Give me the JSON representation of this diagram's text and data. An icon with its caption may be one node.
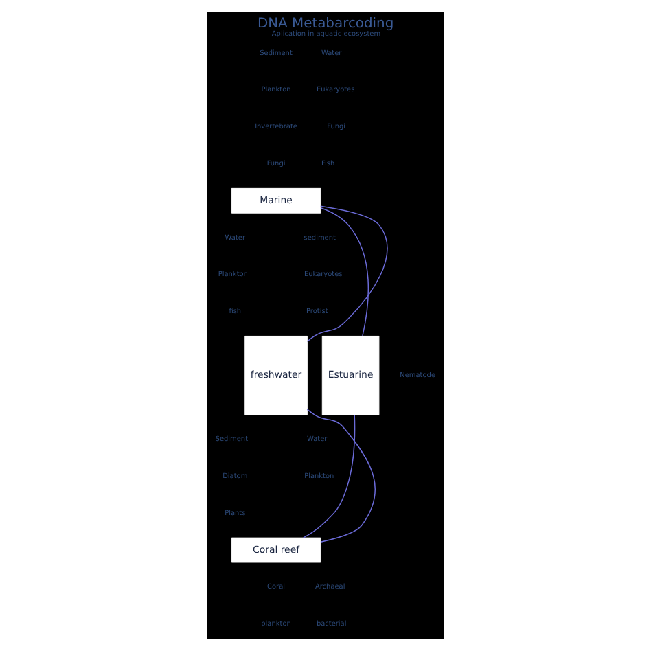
{
  "diagram": {
    "title": "DNA Metabarcoding",
    "caption": "Aplication in aquatic ecosystem",
    "nodes": [
      {
        "text": [
          "Marine"
        ]
      },
      {
        "text": [
          "freshwater"
        ]
      },
      {
        "text": [
          "Estuarine"
        ]
      },
      {
        "text": [
          "Coral reef"
        ]
      }
    ],
    "edges": [
      {
        "from": 0,
        "to": 2,
        "arrow": "none"
      },
      {
        "from": 2,
        "to": 3,
        "arrow": "none"
      },
      {
        "from": 3,
        "to": 1,
        "arrow": "none"
      },
      {
        "from": 1,
        "to": 0,
        "arrow": "none"
      }
    ],
    "labels": [
      "Sediment",
      "Water",
      "Plankton",
      "Eukaryotes",
      "Invertebrate",
      "Fungi",
      "Fungi",
      "Fish",
      "Water",
      "sediment",
      "Plankton",
      "Eukaryotes",
      "fish",
      "Protist",
      "Nematode",
      "Sediment",
      "Water",
      "Diatom",
      "Plankton",
      "Plants",
      "Coral",
      "Archaeal",
      "plankton",
      "bacterial"
    ]
  }
}
